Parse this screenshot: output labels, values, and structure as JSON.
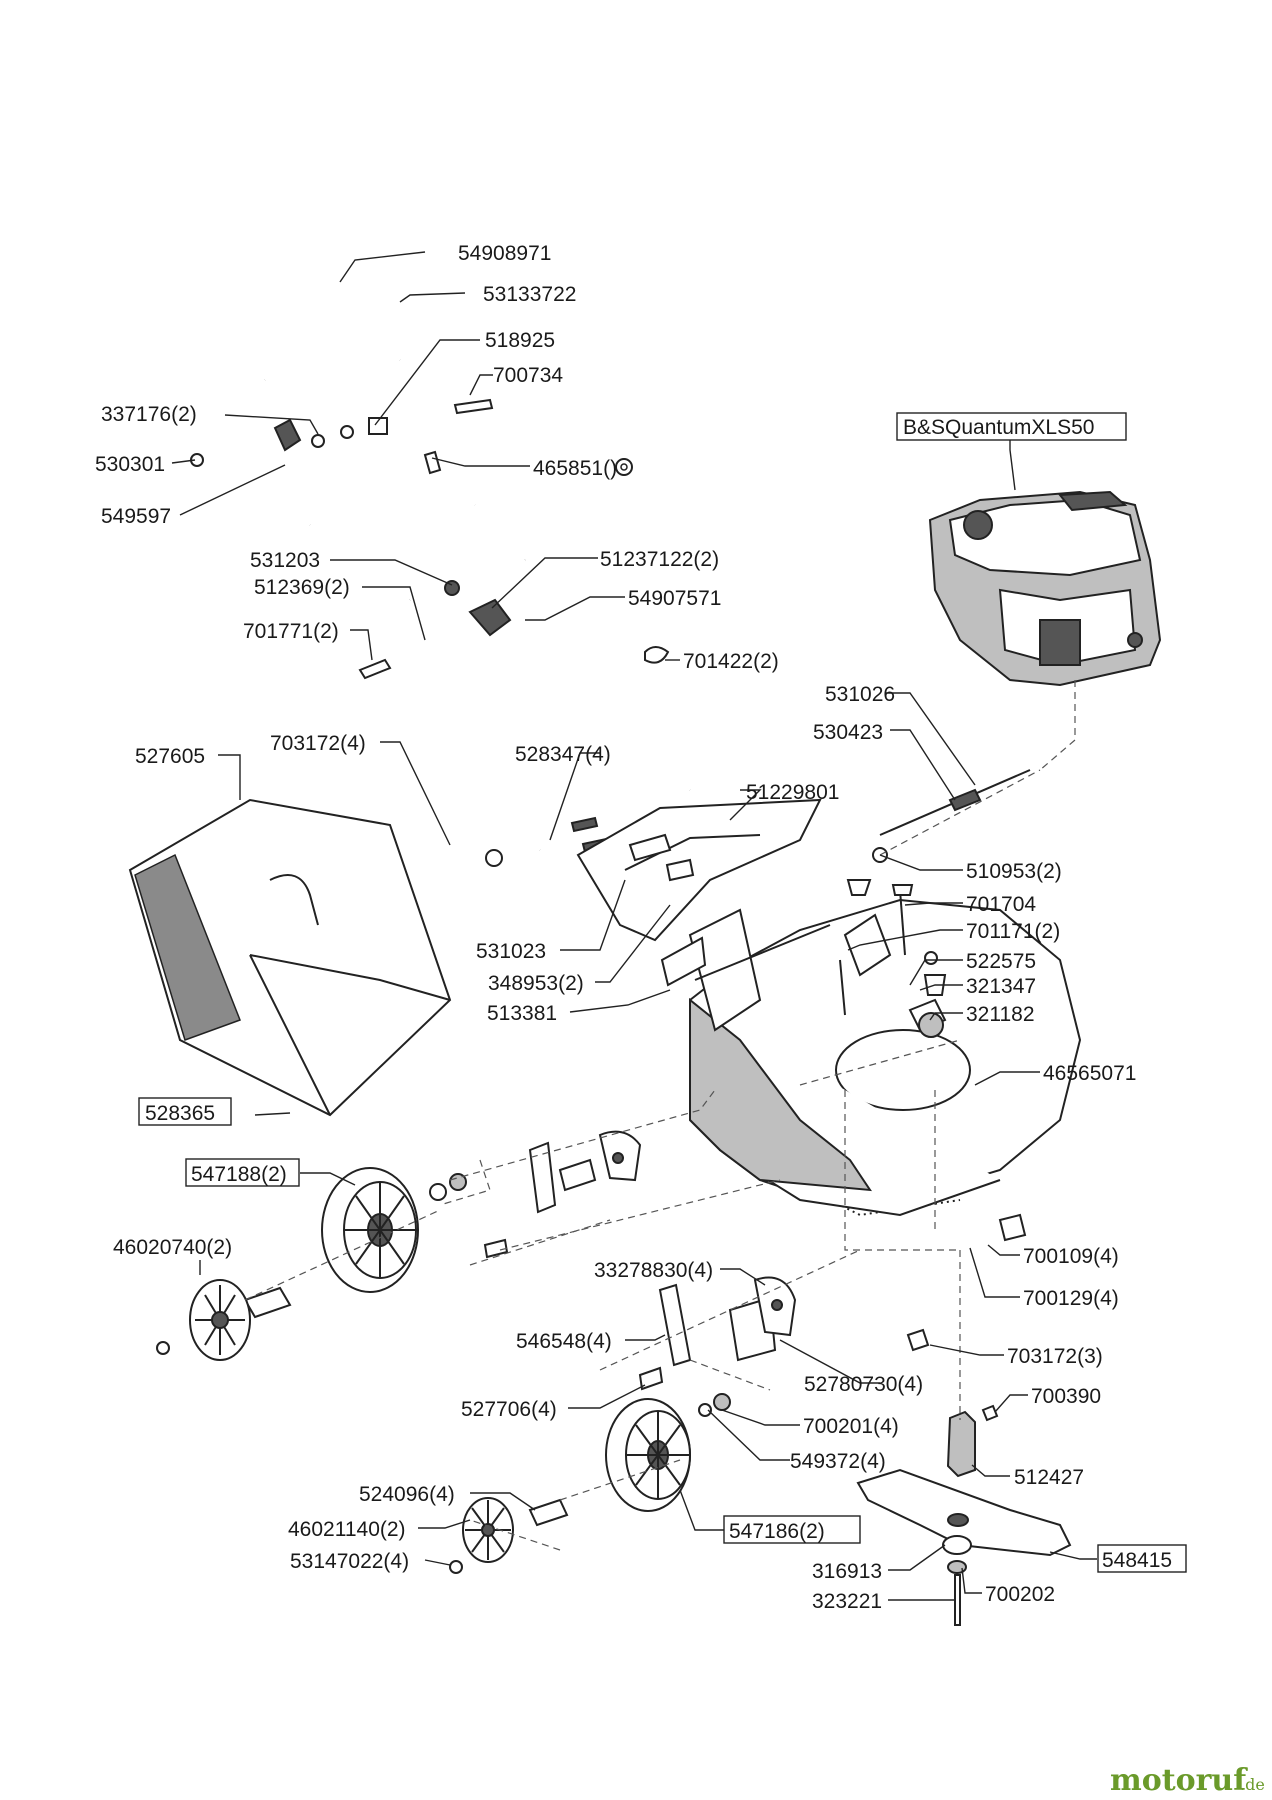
{
  "engine_label": "B&SQuantumXLS50",
  "labels": {
    "p54908971": "54908971",
    "p53133722": "53133722",
    "p518925": "518925",
    "p700734": "700734",
    "p337176": "337176(2)",
    "p530301": "530301",
    "p465851": "465851()",
    "p549597": "549597",
    "p531203": "531203",
    "p512369": "512369(2)",
    "p51237122": "51237122(2)",
    "p54907571": "54907571",
    "p701771": "701771(2)",
    "p701422": "701422(2)",
    "p531026": "531026",
    "p530423": "530423",
    "p527605": "527605",
    "p703172_4": "703172(4)",
    "p528347": "528347(4)",
    "p51229801": "51229801",
    "p510953": "510953(2)",
    "p701704": "701704",
    "p701171": "701171(2)",
    "p522575": "522575",
    "p531023": "531023",
    "p348953": "348953(2)",
    "p321347": "321347",
    "p513381": "513381",
    "p321182": "321182",
    "p46565071": "46565071",
    "p528365": "528365",
    "p547188": "547188(2)",
    "p46020740": "46020740(2)",
    "p700109": "700109(4)",
    "p33278830": "33278830(4)",
    "p700129": "700129(4)",
    "p546548": "546548(4)",
    "p703172_3": "703172(3)",
    "p52780730": "52780730(4)",
    "p700390": "700390",
    "p527706": "527706(4)",
    "p700201": "700201(4)",
    "p549372": "549372(4)",
    "p512427": "512427",
    "p524096": "524096(4)",
    "p547186": "547186(2)",
    "p46021140": "46021140(2)",
    "p548415": "548415",
    "p53147022": "53147022(4)",
    "p316913": "316913",
    "p700202": "700202",
    "p323221": "323221"
  },
  "watermark": {
    "brand": "motoruf",
    "suffix": ".de"
  },
  "colors": {
    "ink": "#222222",
    "brand": "#6a9a2a"
  }
}
